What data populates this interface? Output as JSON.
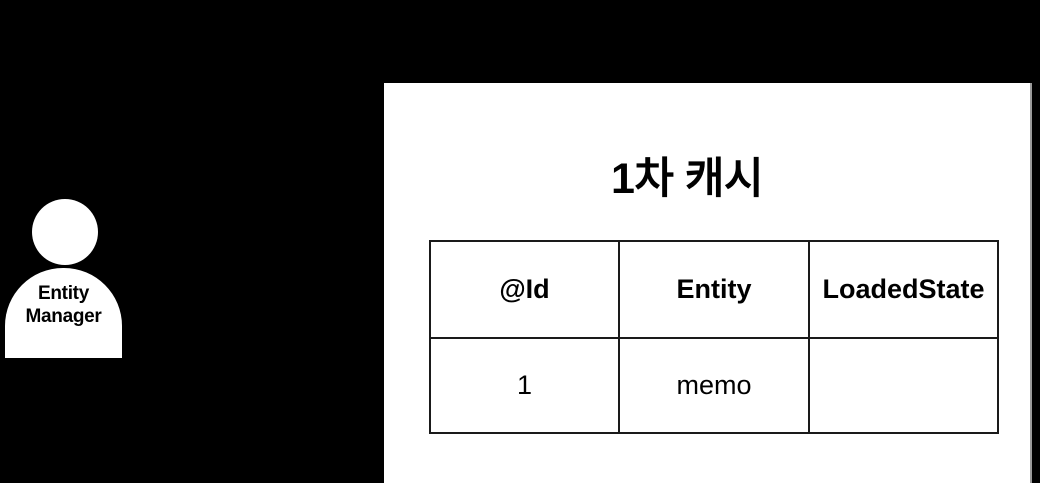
{
  "diagram": {
    "background_color": "#000000",
    "panel_color": "#ffffff",
    "actor": {
      "name": "entity-manager-actor",
      "label_line1": "Entity",
      "label_line2": "Manager"
    },
    "panel": {
      "title": "1차 캐시",
      "table": {
        "headers": [
          "@Id",
          "Entity",
          "LoadedState"
        ],
        "rows": [
          {
            "id": "1",
            "entity": "memo",
            "loaded_state": ""
          }
        ]
      }
    }
  }
}
